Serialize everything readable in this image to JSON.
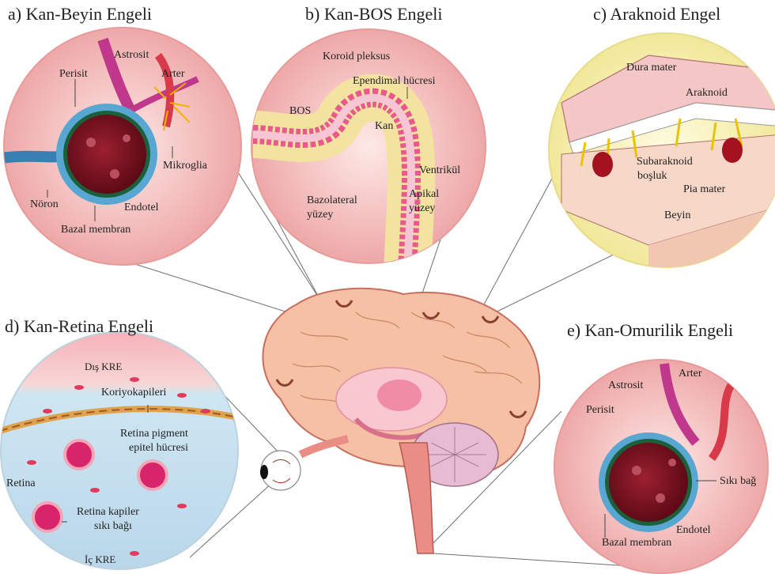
{
  "panels": {
    "a": {
      "title": "a) Kan-Beyin Engeli",
      "labels": [
        "Astrosit",
        "Perisit",
        "Arter",
        "Mikroglia",
        "Nöron",
        "Endotel",
        "Bazal membran"
      ]
    },
    "b": {
      "title": "b) Kan-BOS Engeli",
      "labels": [
        "Koroid pleksus",
        "Ependimal hücresi",
        "BOS",
        "Kan",
        "Ventrikül",
        "Bazolateral",
        "yüzey",
        "Apikal",
        "yüzey"
      ]
    },
    "c": {
      "title": "c) Araknoid Engel",
      "labels": [
        "Dura mater",
        "Araknoid",
        "Subaraknoid",
        "boşluk",
        "Pia mater",
        "Beyin"
      ]
    },
    "d": {
      "title": "d) Kan-Retina Engeli",
      "labels": [
        "Dış KRE",
        "Koriyokapileri",
        "Retina pigment",
        "epitel hücresi",
        "Retina",
        "Retina kapiler",
        "sıkı bağı",
        "İç KRE"
      ]
    },
    "e": {
      "title": "e) Kan-Omurilik Engeli",
      "labels": [
        "Arter",
        "Astrosit",
        "Perisit",
        "Sıkı bağ",
        "Endotel",
        "Bazal membran"
      ]
    }
  },
  "colors": {
    "circle_pink": "#f6c9c6",
    "circle_yellow": "#fbf3b8",
    "retina_blue": "#cfe3ef",
    "vessel_dark": "#7a1020",
    "astrocyte": "#c0388b",
    "pericyte": "#4a9bc8",
    "brain": "#f4b89a",
    "brain_outline": "#c76f5e"
  },
  "icons": [
    "brain-illustration",
    "eye-illustration",
    "spinal-cord-illustration"
  ]
}
